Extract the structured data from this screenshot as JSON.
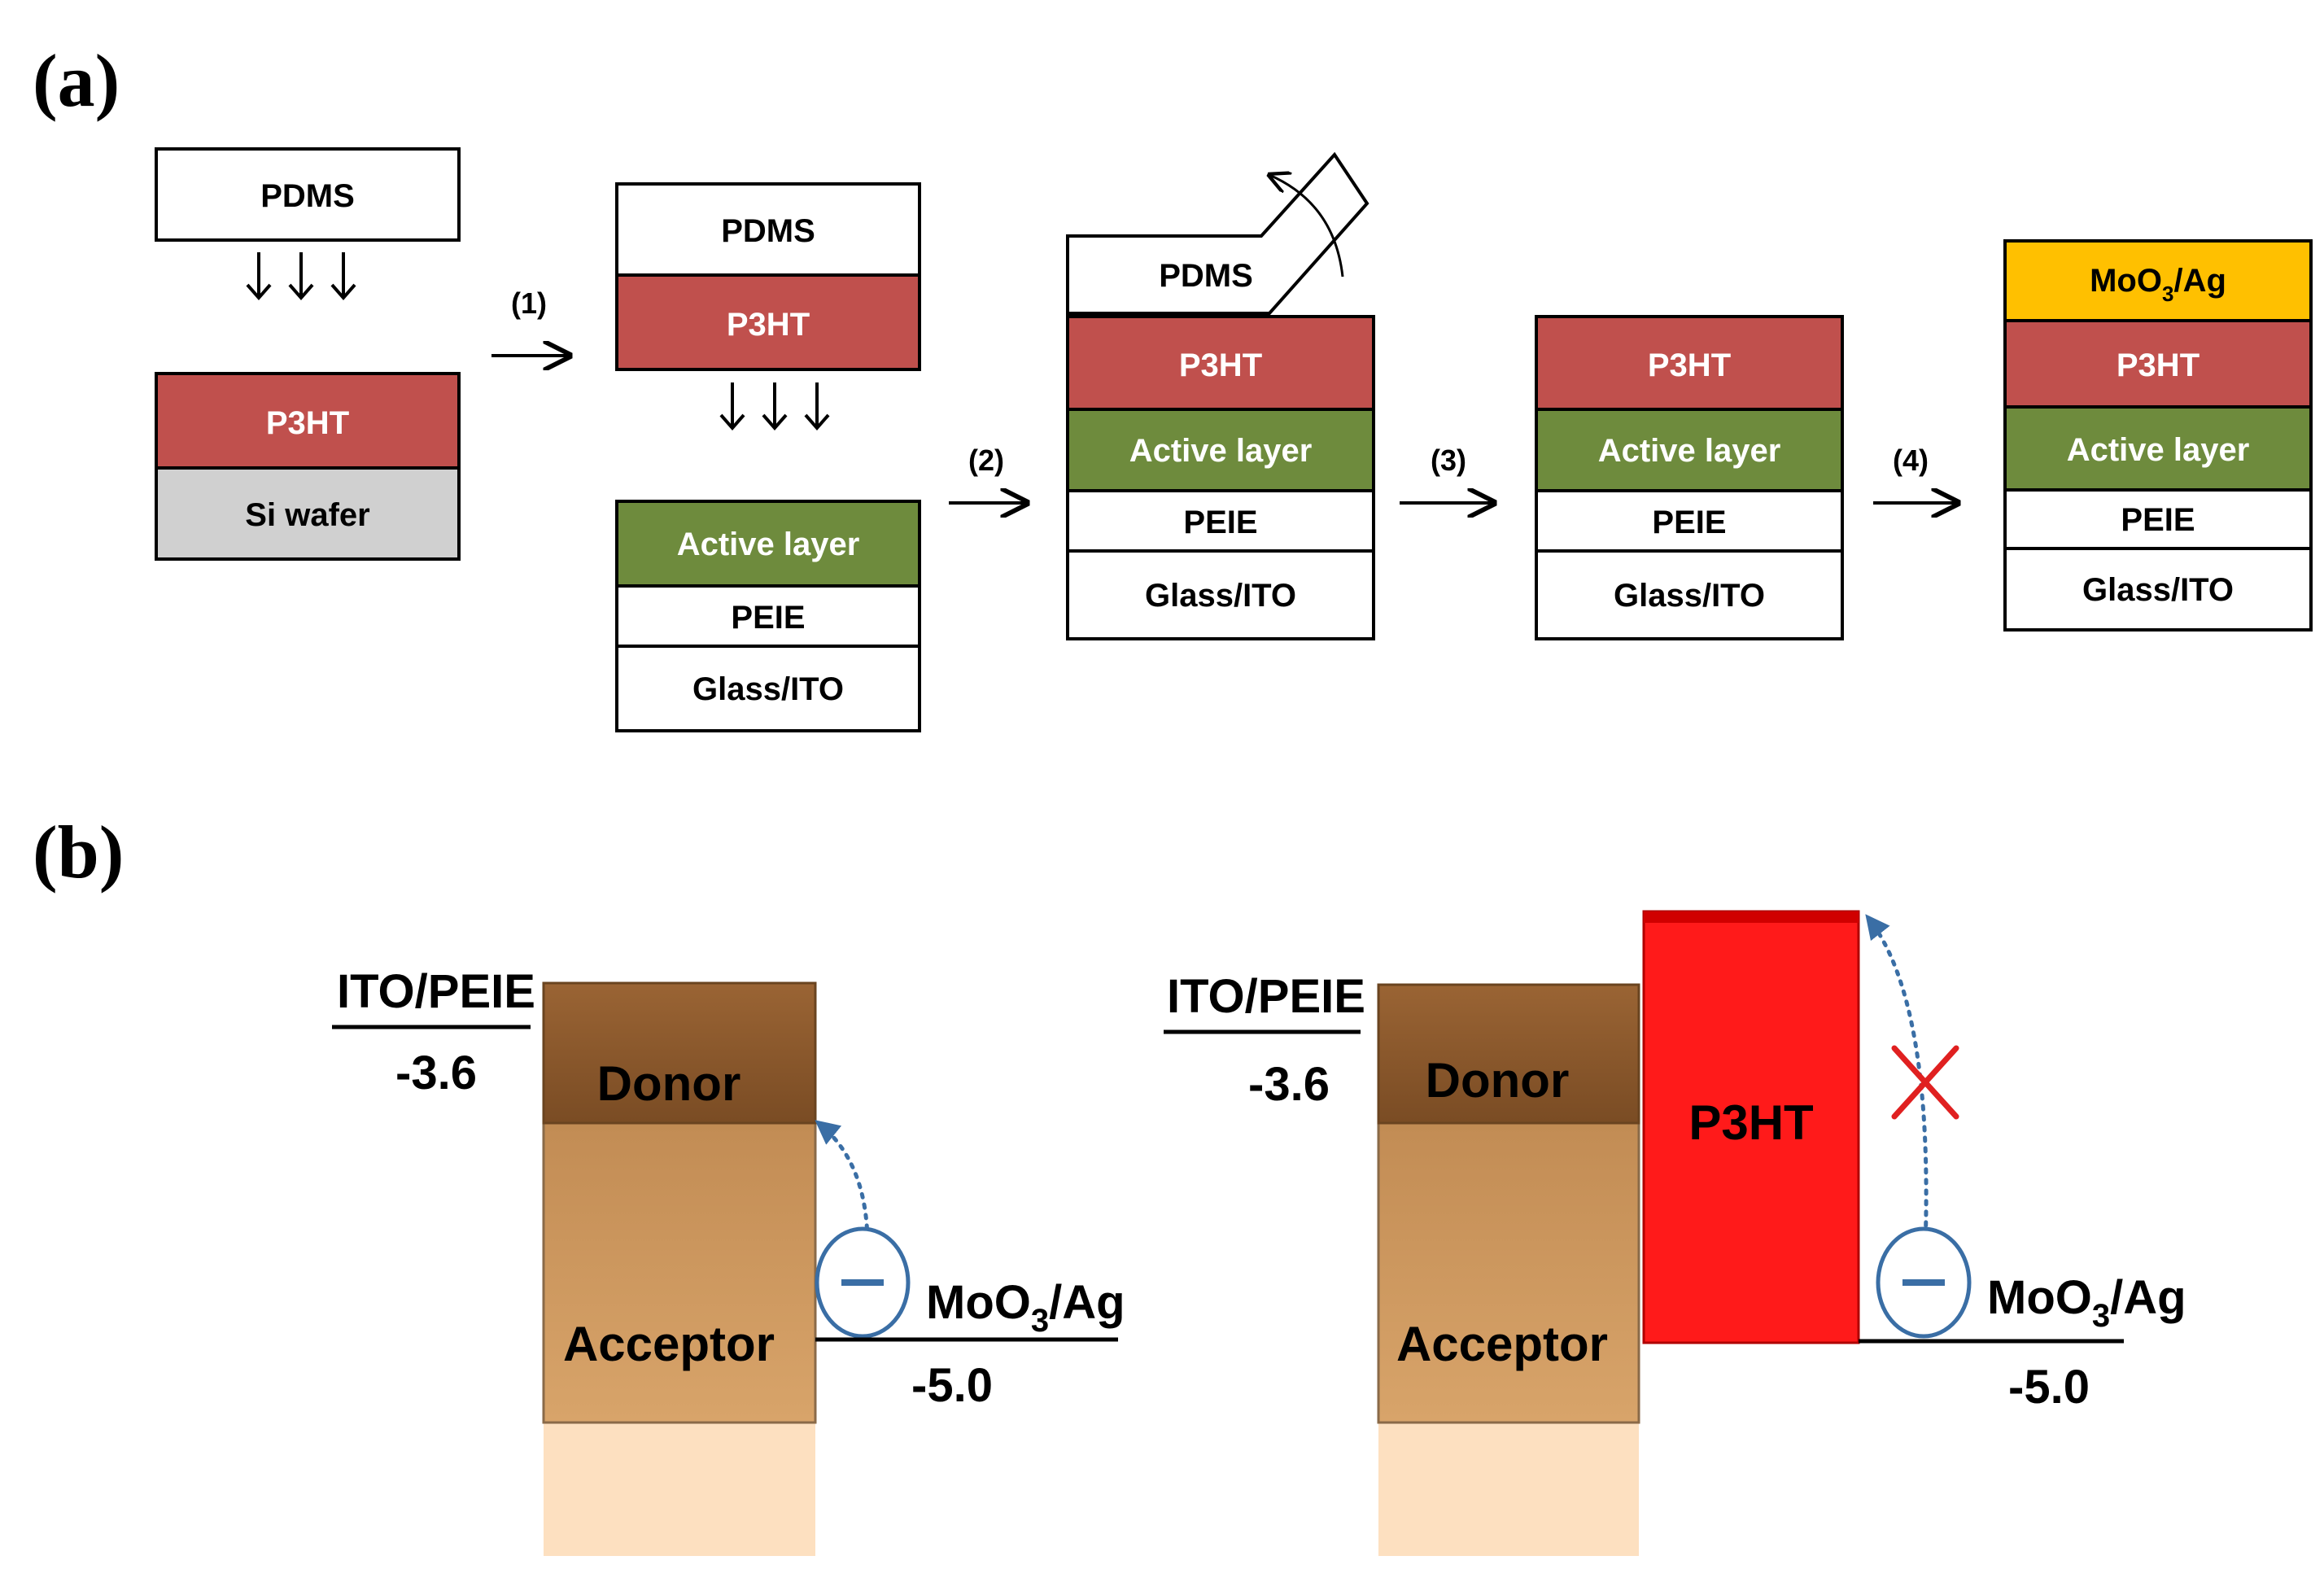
{
  "panel_a": {
    "label": "(a)",
    "steps": [
      "(1)",
      "(2)",
      "(3)",
      "(4)"
    ],
    "stage1": {
      "stamp": "PDMS",
      "film": "P3HT",
      "substrate": "Si wafer"
    },
    "stage2": {
      "stamp": "PDMS",
      "film": "P3HT",
      "active": "Active layer",
      "peie": "PEIE",
      "glass": "Glass/ITO"
    },
    "stage3": {
      "stamp": "PDMS",
      "film": "P3HT",
      "active": "Active layer",
      "peie": "PEIE",
      "glass": "Glass/ITO"
    },
    "stage4": {
      "film": "P3HT",
      "active": "Active layer",
      "peie": "PEIE",
      "glass": "Glass/ITO"
    },
    "stage5": {
      "moo3": "MoO",
      "moo3_sub": "3",
      "moo3_suffix": "/Ag",
      "film": "P3HT",
      "active": "Active layer",
      "peie": "PEIE",
      "glass": "Glass/ITO"
    }
  },
  "panel_b": {
    "label": "(b)",
    "left": {
      "cathode": "ITO/PEIE",
      "cathode_value": "-3.6",
      "donor": "Donor",
      "acceptor": "Acceptor",
      "anode_prefix": "MoO",
      "anode_sub": "3",
      "anode_suffix": "/Ag",
      "anode_value": "-5.0"
    },
    "right": {
      "cathode": "ITO/PEIE",
      "cathode_value": "-3.6",
      "donor": "Donor",
      "acceptor": "Acceptor",
      "blocking": "P3HT",
      "anode_prefix": "MoO",
      "anode_sub": "3",
      "anode_suffix": "/Ag",
      "anode_value": "-5.0"
    },
    "electron_symbol": "−"
  },
  "colors": {
    "p3ht_film": "#c0504d",
    "active_layer": "#6e8b3d",
    "si_wafer": "#d0d0d0",
    "moo3_layer": "#ffc000",
    "donor": "#8c5a2e",
    "acceptor": "#c8955a",
    "acceptor_light": "#fde0c0",
    "p3ht_band": "#ff1a1a",
    "electron": "#3a6ea5",
    "cross": "#e02020"
  }
}
